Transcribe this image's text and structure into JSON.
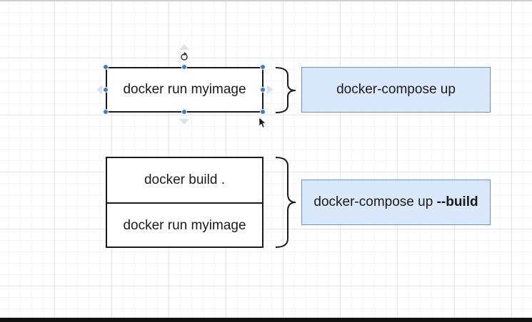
{
  "diagram": {
    "selected_box_label": "docker run myimage",
    "stack": {
      "top_label": "docker build .",
      "bottom_label": "docker run myimage"
    },
    "compose_1_label": "docker-compose up",
    "compose_2": {
      "prefix": "docker-compose up ",
      "flag": "--build"
    }
  },
  "colors": {
    "compose_fill": "#dae8fc",
    "compose_border": "#6c8ebf",
    "handle": "#3a7bd5",
    "grid": "#e4e4e4"
  },
  "icons": {
    "rotate": "rotate-handle-icon",
    "cursor": "mouse-pointer-icon"
  }
}
